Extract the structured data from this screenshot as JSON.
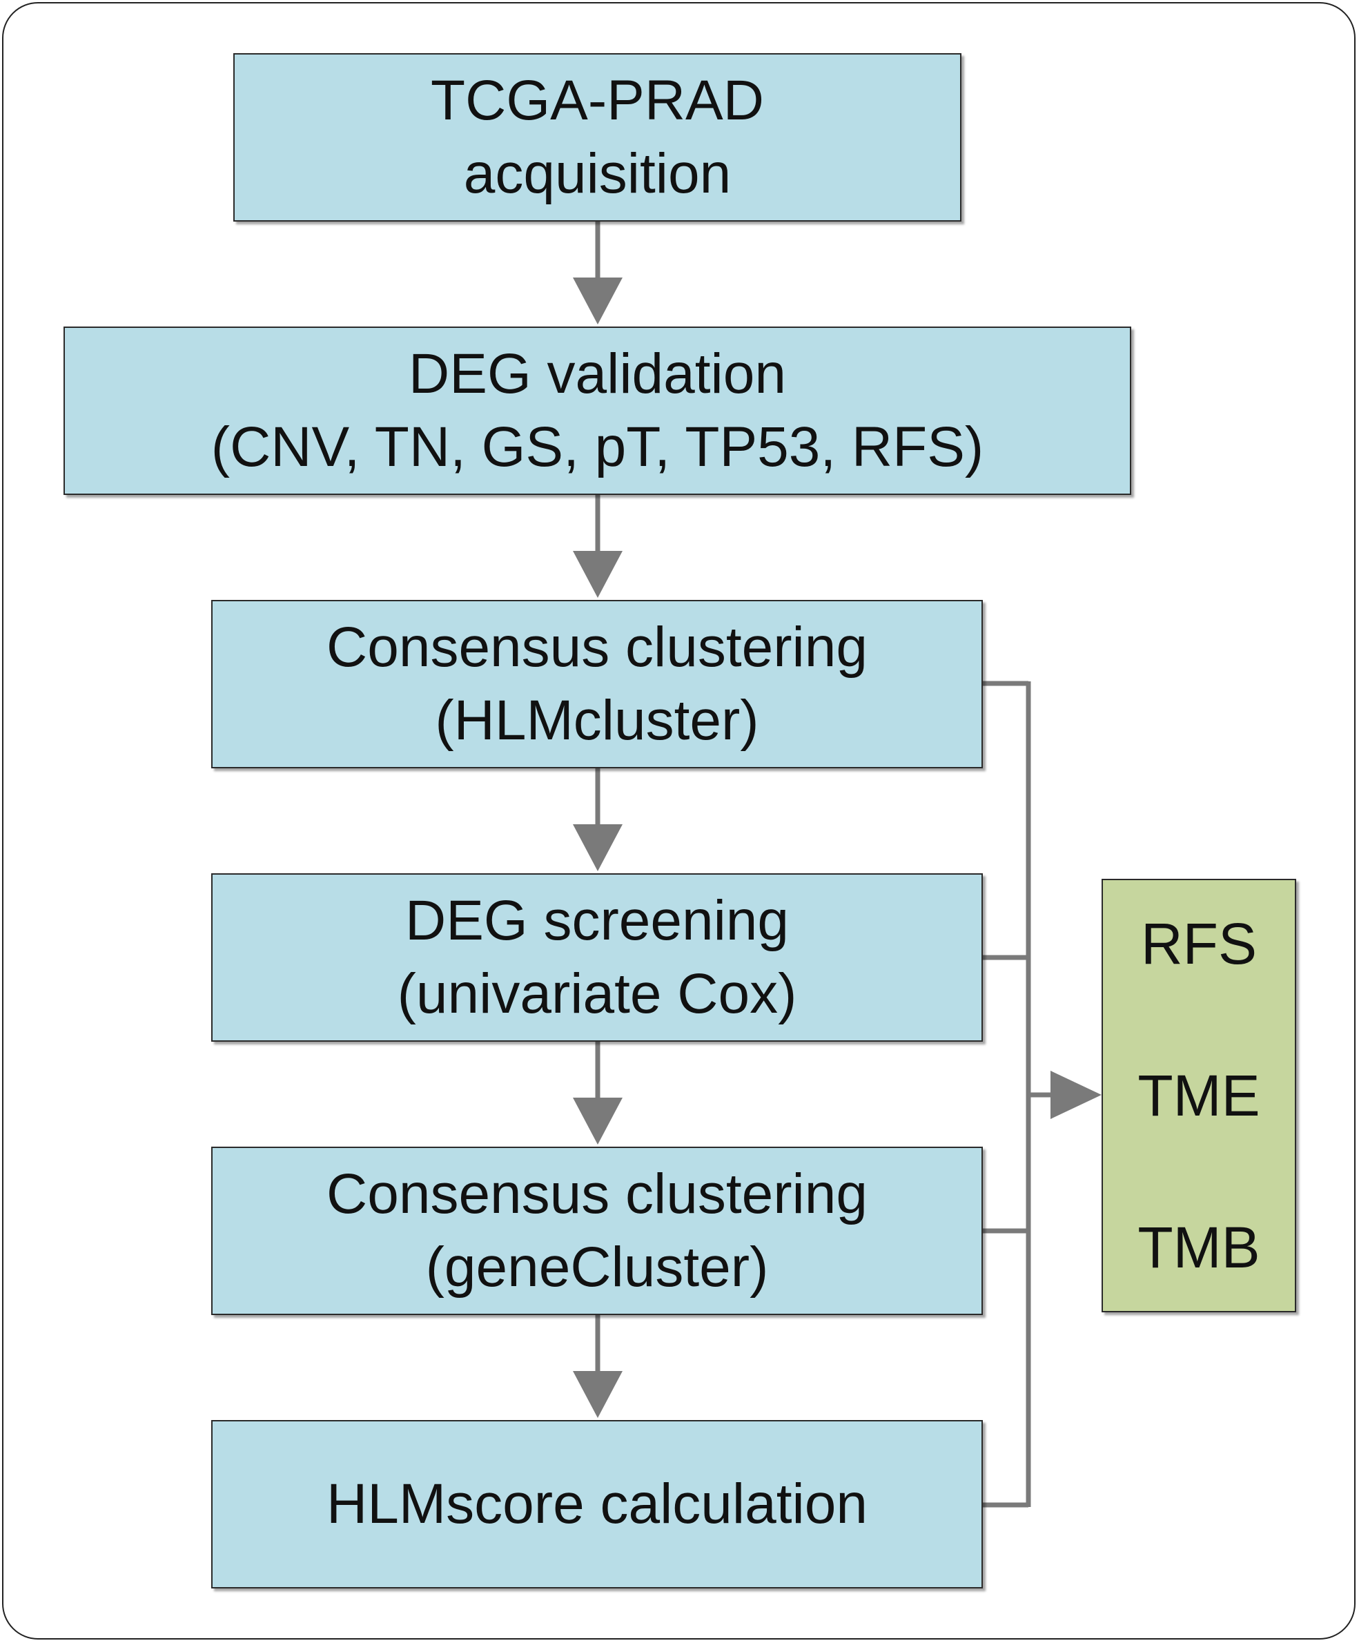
{
  "steps": [
    {
      "line1": "TCGA-PRAD",
      "line2": "acquisition"
    },
    {
      "line1": "DEG validation",
      "line2": "(CNV, TN, GS, pT, TP53, RFS)"
    },
    {
      "line1": "Consensus clustering",
      "line2": "(HLMcluster)"
    },
    {
      "line1": "DEG screening",
      "line2": "(univariate Cox)"
    },
    {
      "line1": "Consensus clustering",
      "line2": "(geneCluster)"
    },
    {
      "line1": "HLMscore calculation"
    }
  ],
  "outcomes": [
    "RFS",
    "TME",
    "TMB"
  ],
  "colors": {
    "step_fill": "#b8dde7",
    "outcome_fill": "#c6d69e",
    "connector": "#7a7a7a",
    "border": "#2a2a2a"
  }
}
